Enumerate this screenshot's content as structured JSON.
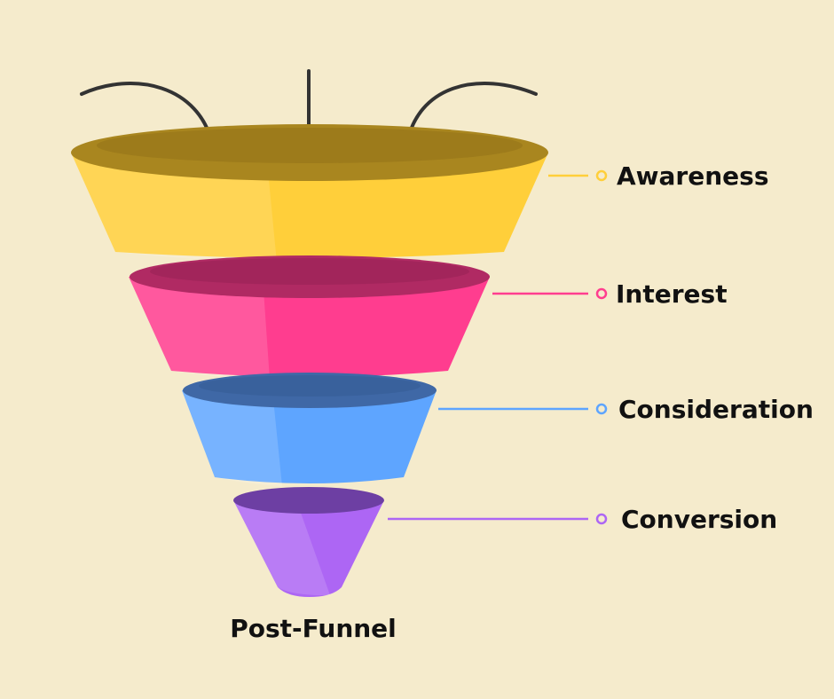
{
  "stages": [
    {
      "label": "Awareness",
      "color": "#ffcf3a"
    },
    {
      "label": "Interest",
      "color": "#ff3d8f"
    },
    {
      "label": "Consideration",
      "color": "#5ea5ff"
    },
    {
      "label": "Conversion",
      "color": "#ad66f4"
    }
  ],
  "bottom_label": "Post-Funnel",
  "colors": {
    "background": "#f5ebcc",
    "text": "#111111",
    "arrow": "#333333"
  }
}
